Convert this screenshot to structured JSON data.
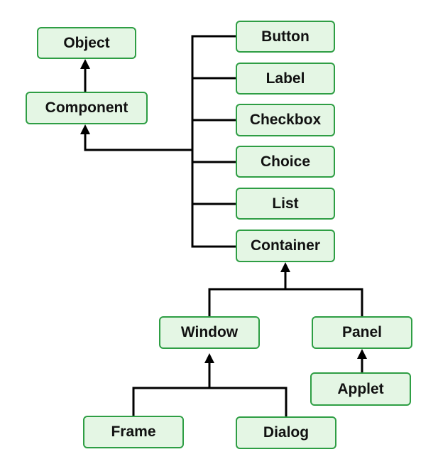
{
  "nodes": {
    "object": "Object",
    "component": "Component",
    "button": "Button",
    "label": "Label",
    "checkbox": "Checkbox",
    "choice": "Choice",
    "list": "List",
    "container": "Container",
    "window": "Window",
    "panel": "Panel",
    "applet": "Applet",
    "frame": "Frame",
    "dialog": "Dialog"
  },
  "colors": {
    "node_border": "#2e9e44",
    "node_fill": "#e4f6e4",
    "connector": "#000000",
    "text": "#111111"
  }
}
